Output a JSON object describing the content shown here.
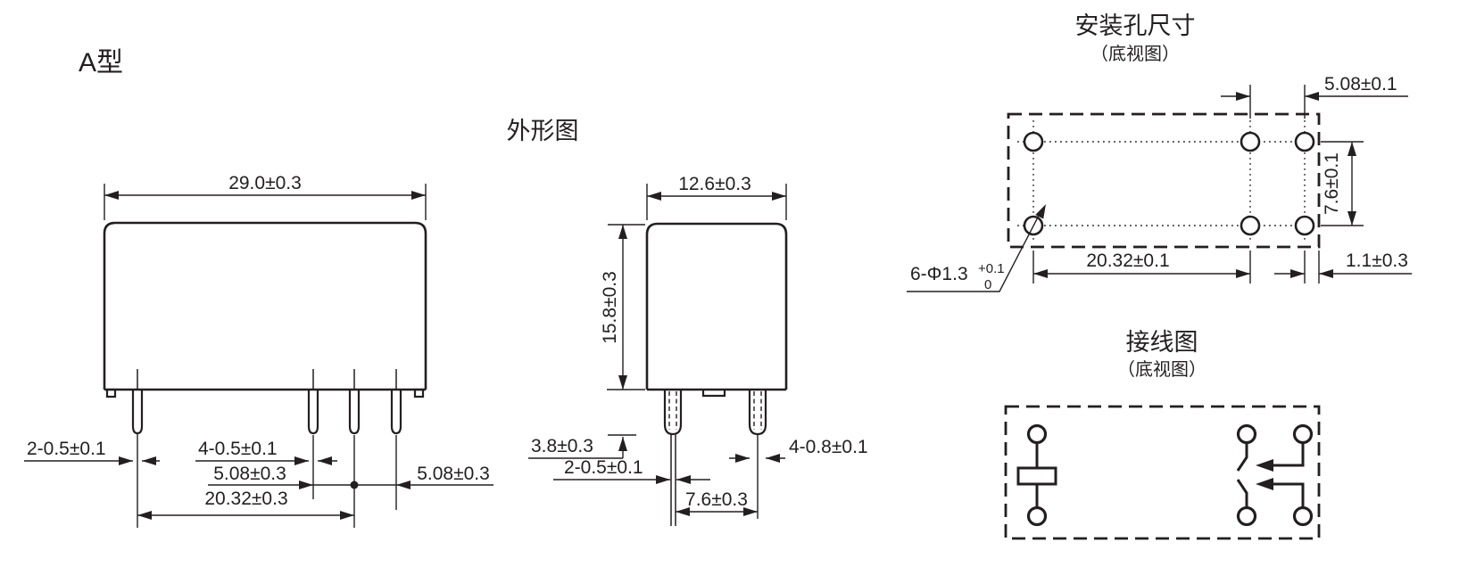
{
  "colors": {
    "ink": "#231f20",
    "paper": "#ffffff"
  },
  "variant_label": "A型",
  "outline_view": {
    "title": "外形图",
    "front": {
      "body_width": "29.0±0.3",
      "pin_thickness_2": "2-0.5±0.1",
      "pin_thickness_4": "4-0.5±0.1",
      "pin_pitch_left": "5.08±0.3",
      "pin_pitch_right": "5.08±0.3",
      "pin_span": "20.32±0.3"
    },
    "side": {
      "body_depth": "12.6±0.3",
      "body_height": "15.8±0.3",
      "pin_length": "3.8±0.3",
      "pin_thickness": "2-0.5±0.1",
      "pin_row_pitch": "7.6±0.3",
      "pin_width": "4-0.8±0.1"
    }
  },
  "mounting_view": {
    "title": "安装孔尺寸",
    "subtitle": "（底视图）",
    "hole_pitch": "5.08±0.1",
    "row_pitch": "7.6±0.1",
    "hole_span": "20.32±0.1",
    "edge_offset": "1.1±0.3",
    "hole_callout": "6-Φ1.3",
    "hole_tolerance_upper": "+0.1",
    "hole_tolerance_lower": "0"
  },
  "wiring_view": {
    "title": "接线图",
    "subtitle": "（底视图）"
  }
}
